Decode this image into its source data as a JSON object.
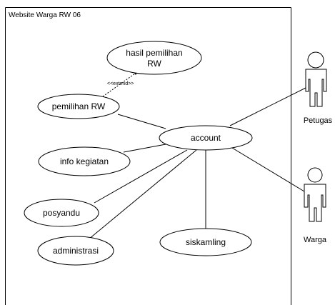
{
  "system": {
    "title": "Website Warga RW 06"
  },
  "use_cases": {
    "hasil_pemilihan": {
      "line1": "hasil pemilihan",
      "line2": "RW"
    },
    "pemilihan": {
      "label": "pemilihan RW"
    },
    "account": {
      "label": "account"
    },
    "info": {
      "label": "info kegiatan"
    },
    "posyandu": {
      "label": "posyandu"
    },
    "administrasi": {
      "label": "administrasi"
    },
    "siskamling": {
      "label": "siskamling"
    }
  },
  "relations": {
    "extend_label": "<<extend>>"
  },
  "actors": {
    "petugas": {
      "label": "Petugas"
    },
    "warga": {
      "label": "Warga"
    }
  }
}
